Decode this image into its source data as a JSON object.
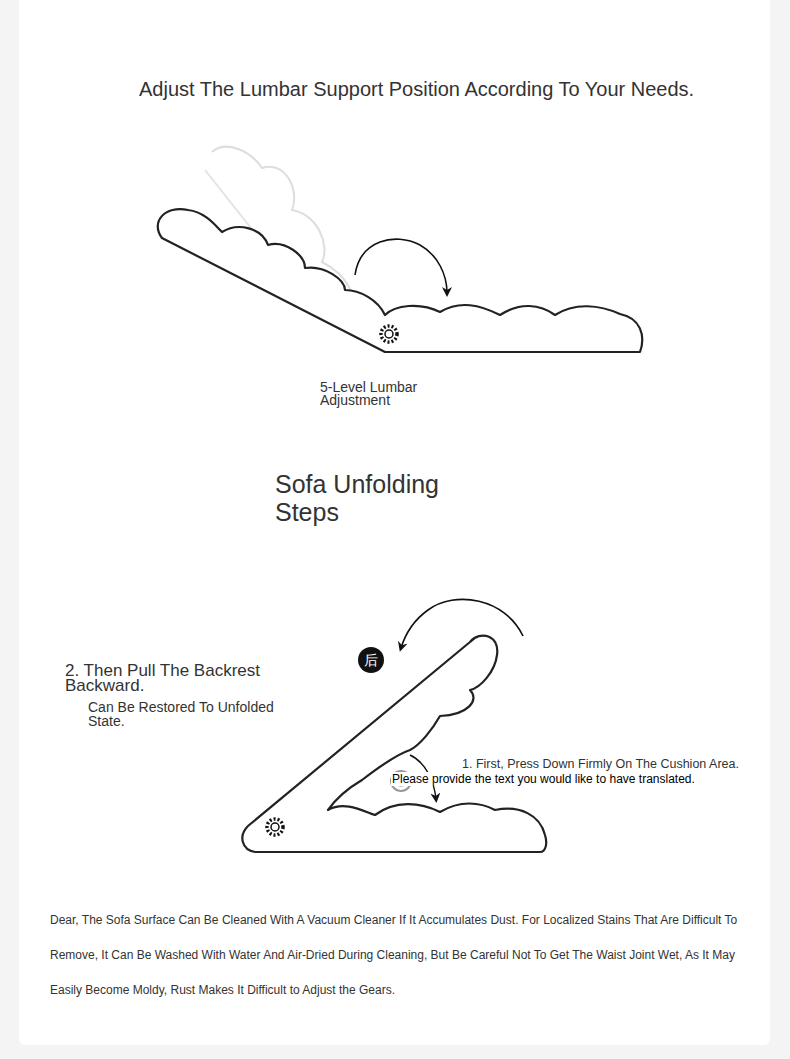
{
  "diagram": {
    "title": "Adjust The Lumbar Support Position According To Your Needs.",
    "labels": [
      "5-Level Lumbar Adjustment",
      "Sofa Unfolding Steps",
      "后",
      "2. Then Pull The Backrest Backward.",
      "Can Be Restored To Unfolded State.",
      "1. First, Press Down Firmly On The Cushion Area.",
      "Please provide the text you would like to have translated.",
      "Dear, The Sofa Surface Can Be Cleaned With A Vacuum Cleaner If It Accumulates Dust. For Localized Stains That Are Difficult To Remove, It Can Be Washed With Water And Air-Dried During Cleaning, But Be Careful Not To Get The Waist Joint Wet, As It May Easily Become Moldy, Rust Makes It Difficult to Adjust the Gears."
    ]
  }
}
